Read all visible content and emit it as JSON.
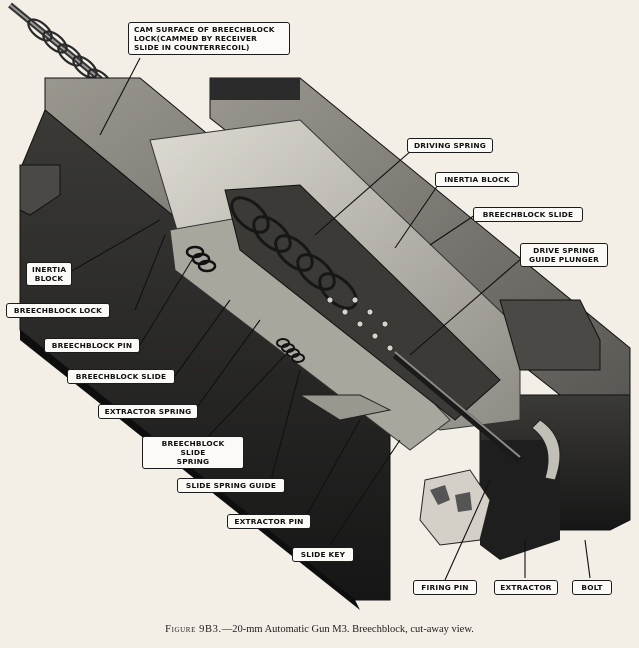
{
  "labels": {
    "cam_surface": "CAM SURFACE OF BREECHBLOCK\nLOCK(CAMMED BY RECEIVER\nSLIDE IN COUNTERRECOIL)",
    "driving_spring": "DRIVING SPRING",
    "inertia_block_right": "INERTIA BLOCK",
    "breechblock_slide_right": "BREECHBLOCK SLIDE",
    "drive_spring_guide_plunger": "DRIVE SPRING\nGUIDE PLUNGER",
    "inertia_block_left": "INERTIA\nBLOCK",
    "breechblock_lock": "BREECHBLOCK LOCK",
    "breechblock_pin": "BREECHBLOCK PIN",
    "breechblock_slide_left": "BREECHBLOCK SLIDE",
    "extractor_spring": "EXTRACTOR SPRING",
    "breechblock_slide_spring": "BREECHBLOCK SLIDE\nSPRING",
    "slide_spring_guide": "SLIDE SPRING GUIDE",
    "extractor_pin": "EXTRACTOR PIN",
    "slide_key": "SLIDE KEY",
    "firing_pin": "FIRING PIN",
    "extractor": "EXTRACTOR",
    "bolt": "BOLT"
  },
  "caption": {
    "figure_number": "Figure 9B3.",
    "dash": "—",
    "text": "20-mm Automatic Gun M3.   Breechblock, cut-away view."
  },
  "colors": {
    "paper": "#f3efe6",
    "metal_dark": "#2a2a2a",
    "metal_mid": "#6b6b6b",
    "metal_light": "#b9b6ae"
  }
}
